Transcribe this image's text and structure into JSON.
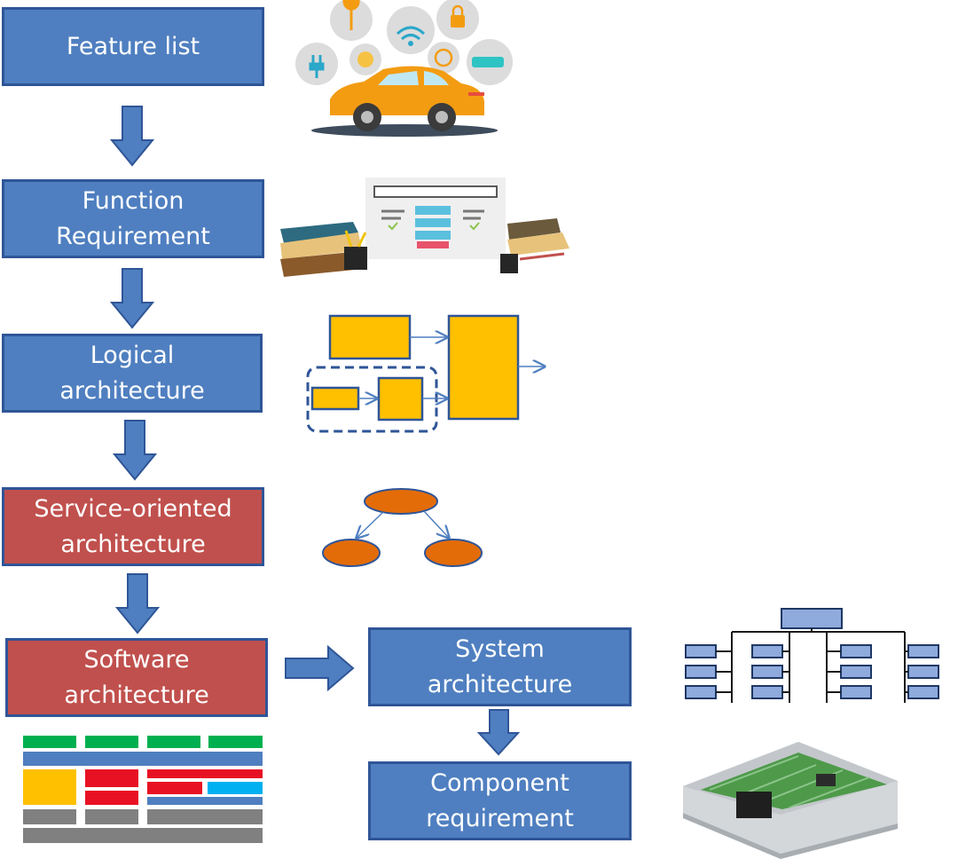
{
  "colors": {
    "box_blue": "#4f7fc0",
    "box_red": "#c0504d",
    "box_border": "#2f5597",
    "arrow": "#4f7fc0",
    "logic_block": "#ffc000",
    "soa_node": "#e36c09",
    "hierarchy_node": "#8faadc"
  },
  "nodes": {
    "feature_list": {
      "lines": [
        "Feature list"
      ]
    },
    "function_requirement": {
      "lines": [
        "Function",
        "Requirement"
      ]
    },
    "logical_architecture": {
      "lines": [
        "Logical",
        "architecture"
      ]
    },
    "service_oriented_architecture": {
      "lines": [
        "Service-oriented",
        "architecture"
      ]
    },
    "software_architecture": {
      "lines": [
        "Software",
        "architecture"
      ]
    },
    "system_architecture": {
      "lines": [
        "System",
        "architecture"
      ]
    },
    "component_requirement": {
      "lines": [
        "Component",
        "requirement"
      ]
    }
  },
  "illustrations": {
    "feature_list": "connected-car-icon",
    "function_requirement": "requirements-document-icon",
    "logical_architecture": "logical-block-diagram",
    "service_oriented_architecture": "service-tree-diagram",
    "software_architecture": "software-layer-stack",
    "system_architecture": "system-hierarchy-diagram",
    "component_requirement": "ecu-hardware-icon"
  }
}
